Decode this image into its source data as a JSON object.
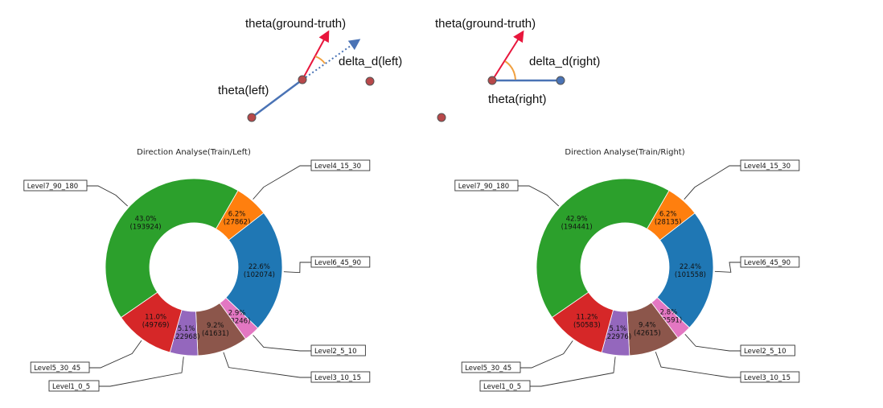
{
  "diagram": {
    "left": {
      "gt_label": "theta(ground-truth)",
      "delta_label": "delta_d(left)",
      "theta_label": "theta(left)"
    },
    "right": {
      "gt_label": "theta(ground-truth)",
      "delta_label": "delta_d(right)",
      "theta_label": "theta(right)"
    },
    "colors": {
      "gt_arrow": "#e8163c",
      "theta_line": "#4a73b5",
      "angle_arc": "#f0a040",
      "point": "#b8484a"
    }
  },
  "chart_data": [
    {
      "type": "pie",
      "title": "Direction Analyse(Train/Left)",
      "slices": [
        {
          "label": "Level4_15_30",
          "pct": "6.2%",
          "count": "(27862)",
          "value": 27862,
          "color": "#ff7f0e"
        },
        {
          "label": "Level6_45_90",
          "pct": "22.6%",
          "count": "(102074)",
          "value": 102074,
          "color": "#1f77b4"
        },
        {
          "label": "Level2_5_10",
          "pct": "2.9%",
          "count": "(13246)",
          "value": 13246,
          "color": "#e377c2"
        },
        {
          "label": "Level3_10_15",
          "pct": "9.2%",
          "count": "(41631)",
          "value": 41631,
          "color": "#8c564b"
        },
        {
          "label": "Level1_0_5",
          "pct": "5.1%",
          "count": "(22968)",
          "value": 22968,
          "color": "#9467bd"
        },
        {
          "label": "Level5_30_45",
          "pct": "11.0%",
          "count": "(49769)",
          "value": 49769,
          "color": "#d62728"
        },
        {
          "label": "Level7_90_180",
          "pct": "43.0%",
          "count": "(193924)",
          "value": 193924,
          "color": "#2ca02c"
        }
      ]
    },
    {
      "type": "pie",
      "title": "Direction Analyse(Train/Right)",
      "slices": [
        {
          "label": "Level4_15_30",
          "pct": "6.2%",
          "count": "(28135)",
          "value": 28135,
          "color": "#ff7f0e"
        },
        {
          "label": "Level6_45_90",
          "pct": "22.4%",
          "count": "(101558)",
          "value": 101558,
          "color": "#1f77b4"
        },
        {
          "label": "Level2_5_10",
          "pct": "2.8%",
          "count": "(12591)",
          "value": 12591,
          "color": "#e377c2"
        },
        {
          "label": "Level3_10_15",
          "pct": "9.4%",
          "count": "(42615)",
          "value": 42615,
          "color": "#8c564b"
        },
        {
          "label": "Level1_0_5",
          "pct": "5.1%",
          "count": "(22976)",
          "value": 22976,
          "color": "#9467bd"
        },
        {
          "label": "Level5_30_45",
          "pct": "11.2%",
          "count": "(50583)",
          "value": 50583,
          "color": "#d62728"
        },
        {
          "label": "Level7_90_180",
          "pct": "42.9%",
          "count": "(194441)",
          "value": 194441,
          "color": "#2ca02c"
        }
      ]
    }
  ]
}
